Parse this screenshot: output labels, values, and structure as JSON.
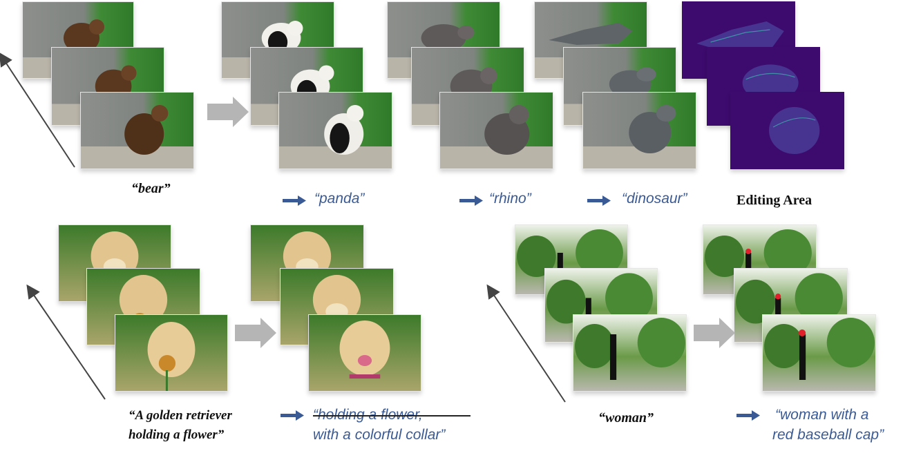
{
  "colors": {
    "edit_arrow": "#3a5a95",
    "gray_arrow": "#b5b5b5",
    "time_axis": "#444444",
    "heatmap_bg": "#3d0a6e"
  },
  "row1": {
    "source_label": "“bear”",
    "targets": [
      "“panda”",
      "“rhino”",
      "“dinosaur”"
    ],
    "editing_area_label": "Editing Area"
  },
  "row2": {
    "dog": {
      "source_label_line1": "“A golden retriever",
      "source_label_line2": "holding a flower”",
      "target_line1": "“holding a flower,",
      "target_line2": "with a colorful collar”"
    },
    "woman": {
      "source_label": "“woman”",
      "target_line1": "“woman with a",
      "target_line2": "red baseball cap”"
    }
  }
}
